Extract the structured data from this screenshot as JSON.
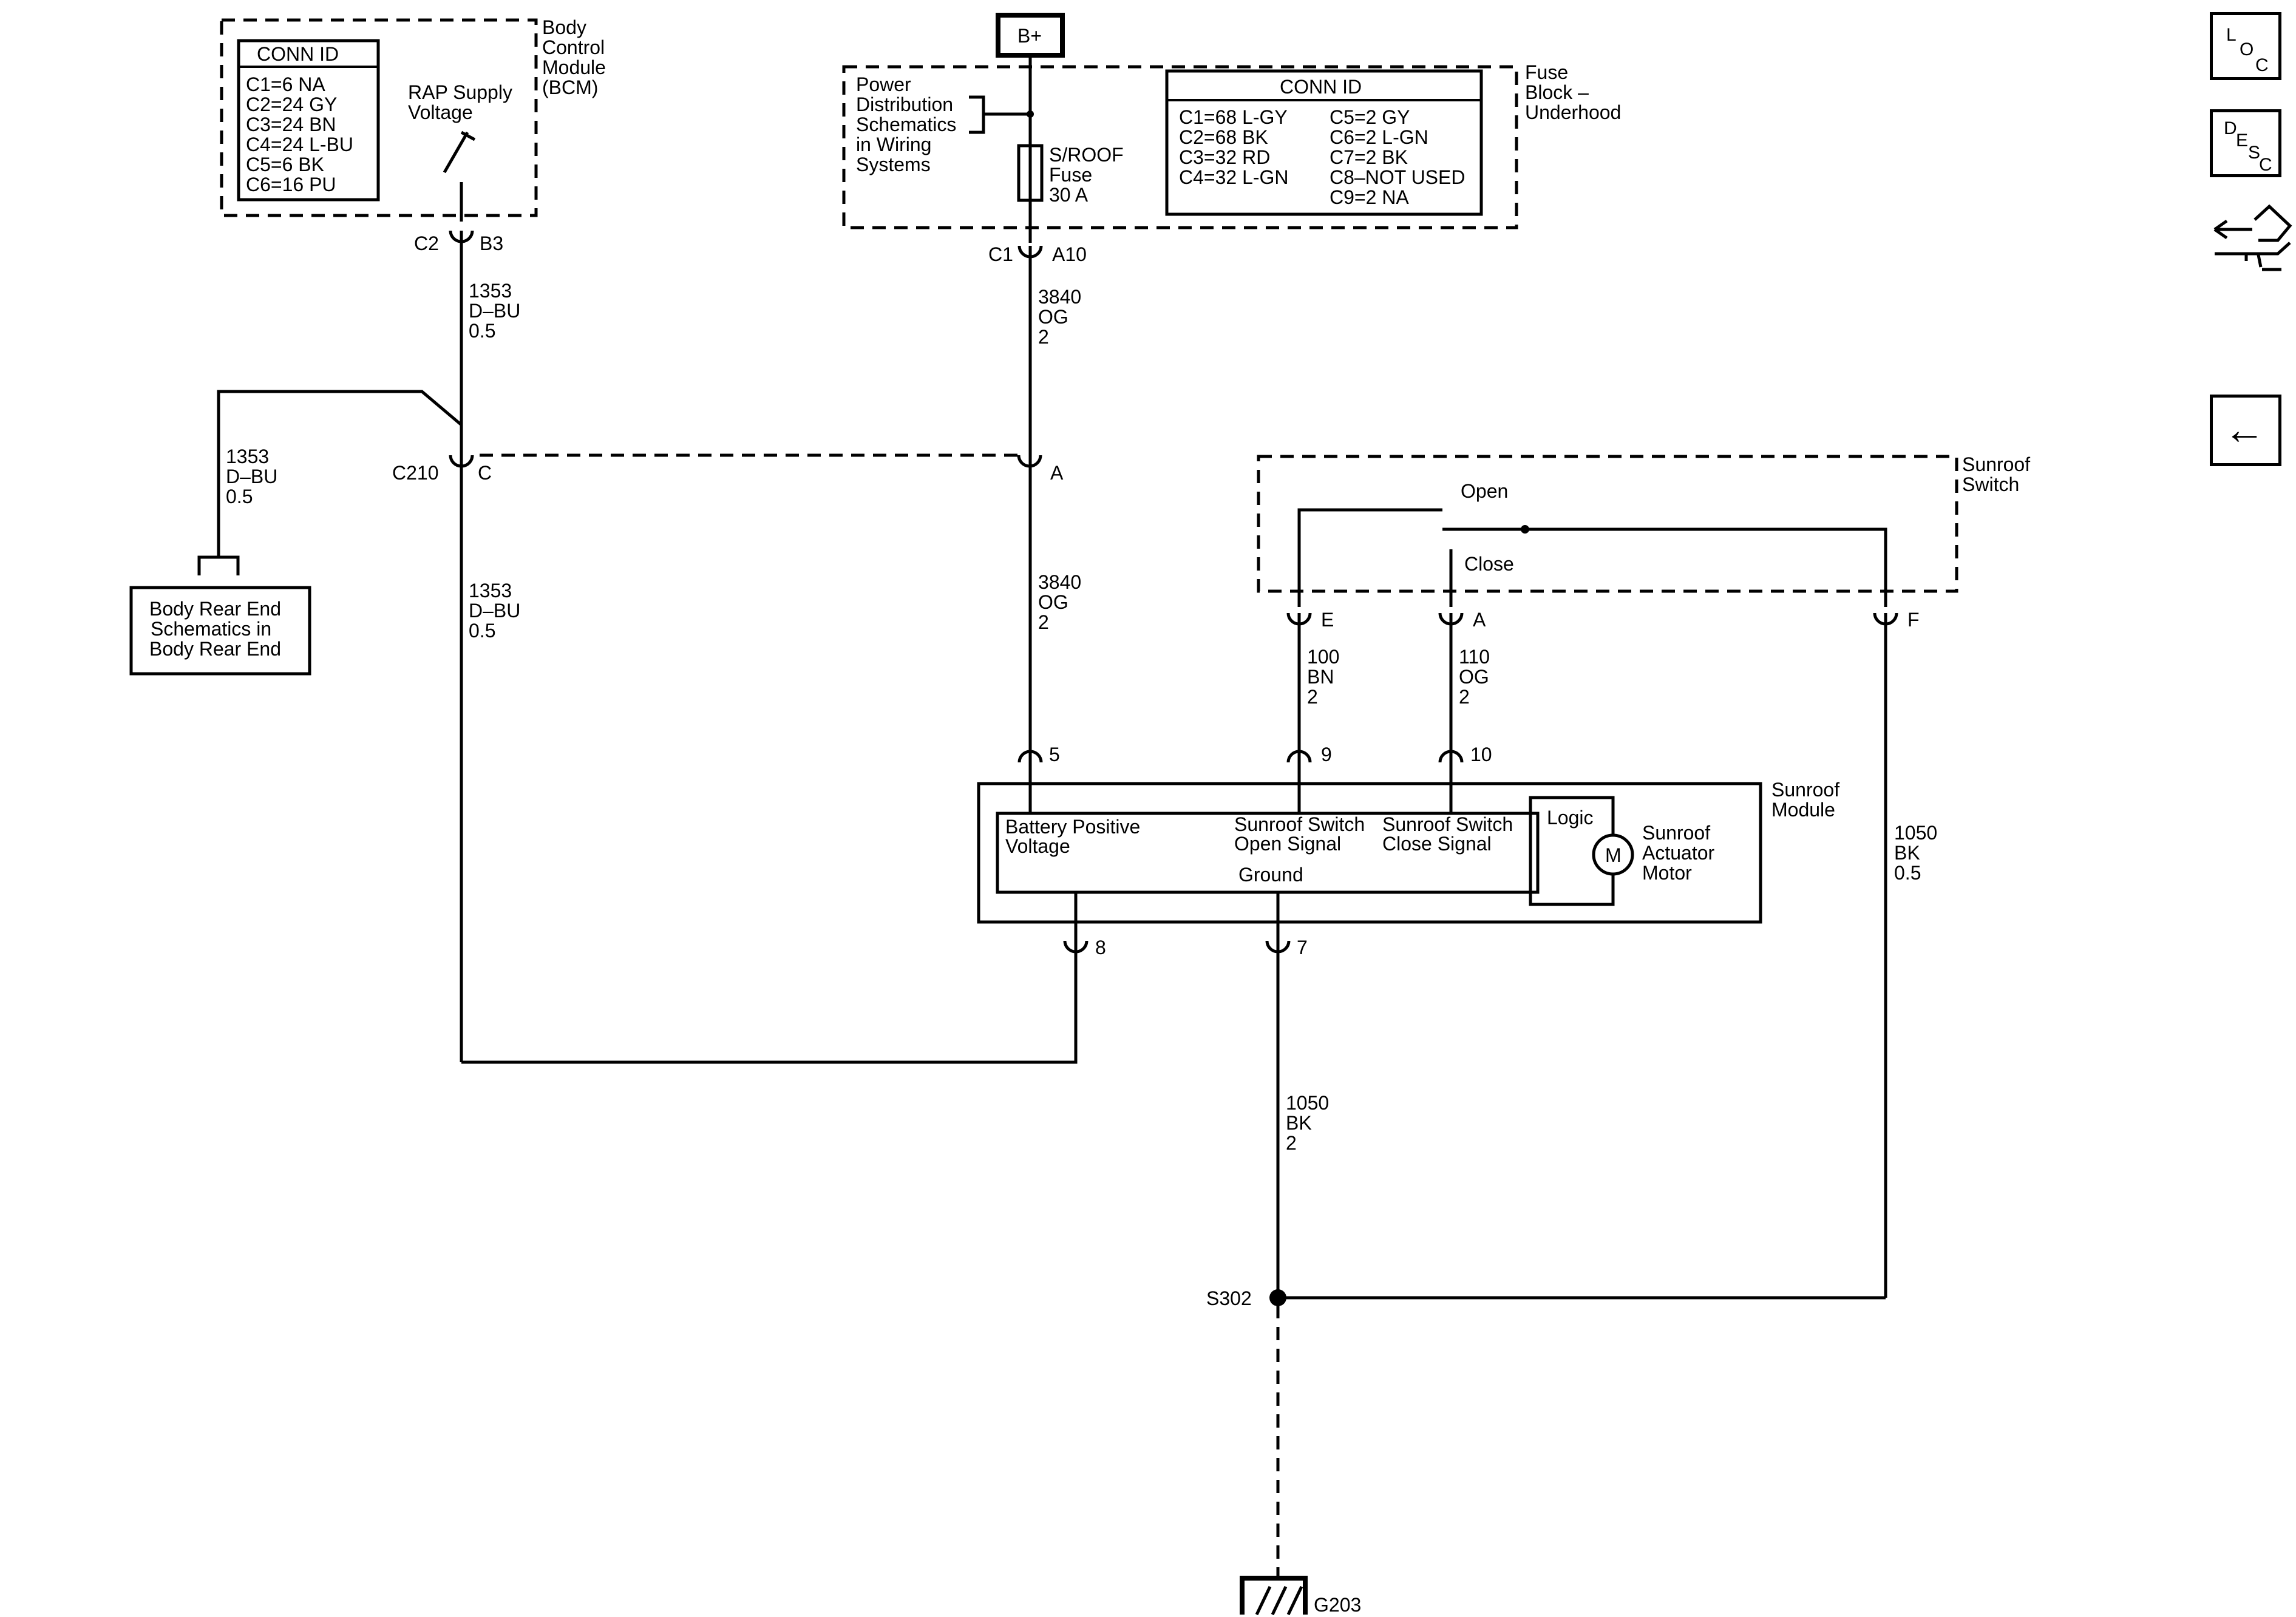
{
  "nav": {
    "loc": [
      "L",
      "O",
      "C"
    ],
    "desc": [
      "D",
      "E",
      "S",
      "C"
    ],
    "back_arrow": "←"
  },
  "bcm": {
    "title_lines": [
      "Body",
      "Control",
      "Module",
      "(BCM)"
    ],
    "conn_header": "CONN ID",
    "conn_rows": [
      "C1=6 NA",
      "C2=24 GY",
      "C3=24 BN",
      "C4=24 L-BU",
      "C5=6 BK",
      "C6=16 PU"
    ],
    "rap_lines": [
      "RAP Supply",
      "Voltage"
    ],
    "pin_conn": "C2",
    "pin": "B3"
  },
  "b_plus": "B+",
  "fuse_block": {
    "title_lines": [
      "Fuse",
      "Block –",
      "Underhood"
    ],
    "power_dist_lines": [
      "Power",
      "Distribution",
      "Schematics",
      "in Wiring",
      "Systems"
    ],
    "fuse_lines": [
      "S/ROOF",
      "Fuse",
      "30 A"
    ],
    "conn_header": "CONN ID",
    "conn_left": [
      "C1=68 L-GY",
      "C2=68 BK",
      "C3=32 RD",
      "C4=32 L-GN"
    ],
    "conn_right": [
      "C5=2 GY",
      "C6=2 L-GN",
      "C7=2 BK",
      "C8–NOT USED",
      "C9=2 NA"
    ],
    "pin_conn": "C1",
    "pin": "A10"
  },
  "wires": {
    "w1353_top": [
      "1353",
      "D–BU",
      "0.5"
    ],
    "w1353_left": [
      "1353",
      "D–BU",
      "0.5"
    ],
    "w1353_mid": [
      "1353",
      "D–BU",
      "0.5"
    ],
    "w3840_top": [
      "3840",
      "OG",
      "2"
    ],
    "w3840_mid": [
      "3840",
      "OG",
      "2"
    ],
    "w100": [
      "100",
      "BN",
      "2"
    ],
    "w110": [
      "110",
      "OG",
      "2"
    ],
    "w1050_right": [
      "1050",
      "BK",
      "0.5"
    ],
    "w1050_bottom": [
      "1050",
      "BK",
      "2"
    ]
  },
  "c210": {
    "name": "C210",
    "pin_c": "C",
    "pin_a": "A"
  },
  "body_rear": [
    "Body Rear End",
    "Schematics in",
    "Body Rear End"
  ],
  "sunroof_switch": {
    "title_lines": [
      "Sunroof",
      "Switch"
    ],
    "open": "Open",
    "close": "Close",
    "pin_e": "E",
    "pin_a": "A",
    "pin_f": "F"
  },
  "sunroof_module": {
    "title_lines": [
      "Sunroof",
      "Module"
    ],
    "pin5": "5",
    "pin9": "9",
    "pin10": "10",
    "pin8": "8",
    "pin7": "7",
    "battery_lines": [
      "Battery Positive",
      "Voltage"
    ],
    "open_sig_lines": [
      "Sunroof Switch",
      "Open Signal"
    ],
    "close_sig_lines": [
      "Sunroof Switch",
      "Close Signal"
    ],
    "ground": "Ground",
    "logic": "Logic",
    "motor_symbol": "M",
    "motor_lines": [
      "Sunroof",
      "Actuator",
      "Motor"
    ]
  },
  "splice": "S302",
  "ground_point": "G203"
}
